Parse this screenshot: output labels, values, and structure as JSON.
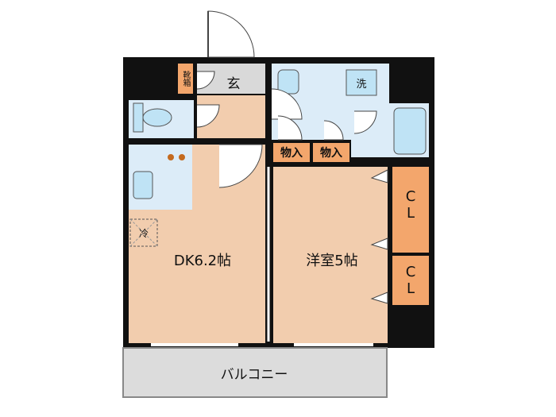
{
  "rooms": {
    "genkan": "玄",
    "shoe_box": "靴箱",
    "washer": "洗",
    "storage_left": "物入",
    "storage_right": "物入",
    "closet_top": "CL",
    "closet_bottom": "CL",
    "fridge": "冷",
    "dk": "DK6.2帖",
    "western_room": "洋室5帖",
    "balcony": "バルコニー"
  },
  "colors": {
    "wall": "#111111",
    "floor_wood": "#f2cdae",
    "wet_area": "#dcecf8",
    "closet_orange": "#f3a66c",
    "genkan_gray": "#d9d9d9",
    "balcony_gray": "#dcdcdc"
  }
}
